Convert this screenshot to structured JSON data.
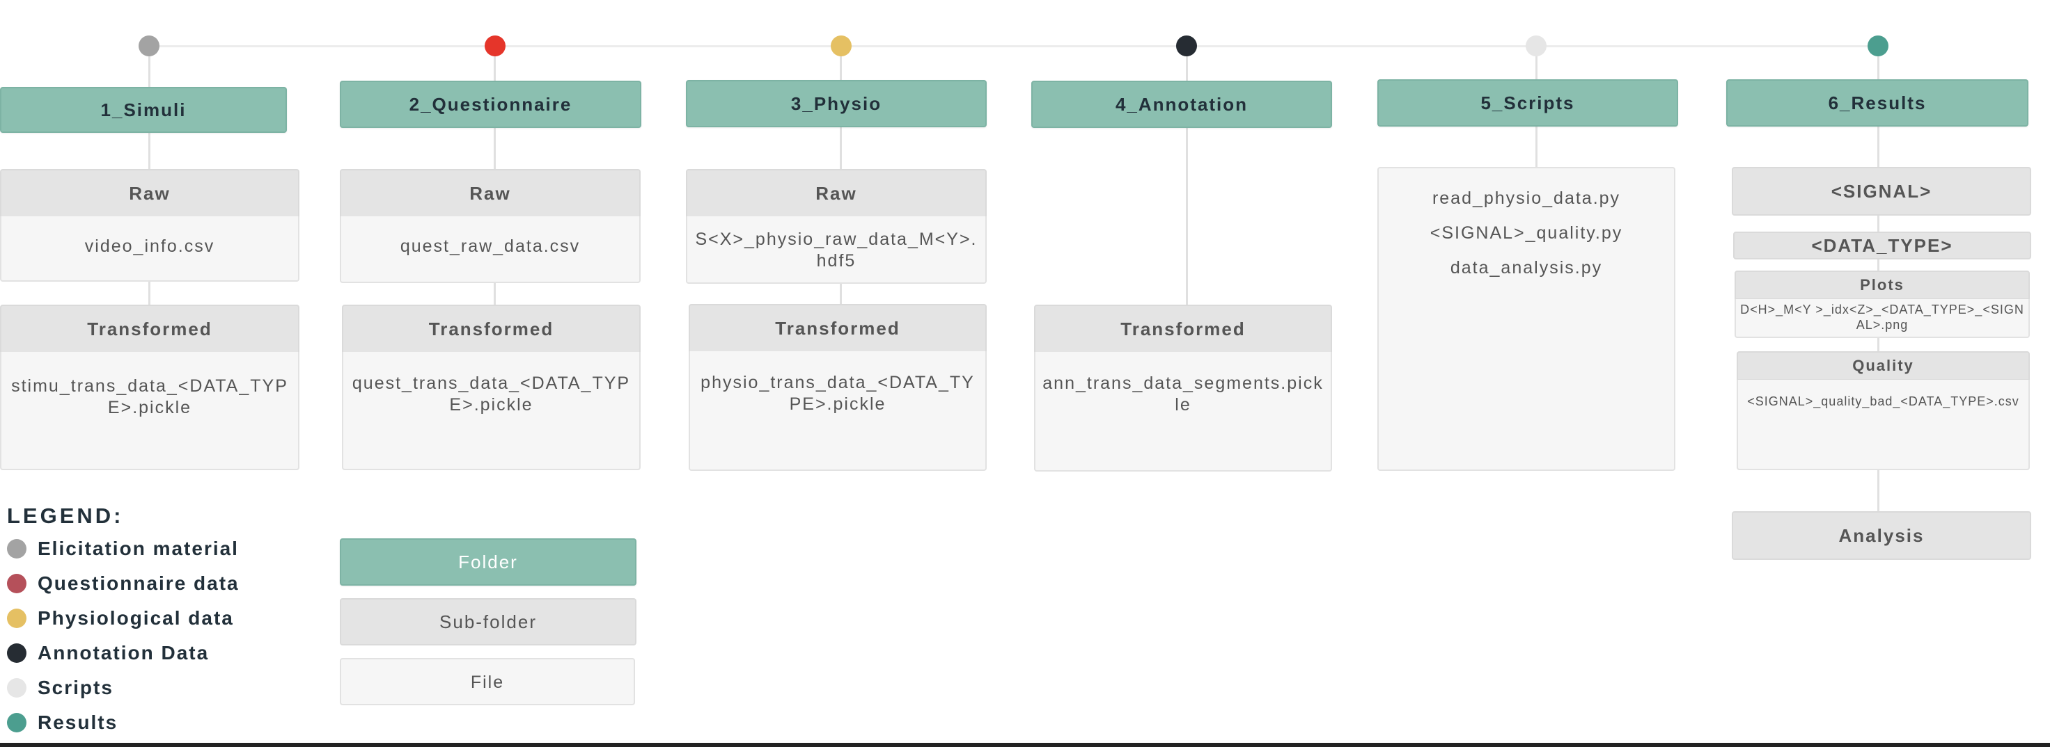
{
  "colors": {
    "stimuli": "#a3a3a3",
    "questionnaire": "#e5352a",
    "physio": "#e5c063",
    "annotation": "#262c33",
    "scripts": "#e6e6e6",
    "results": "#4c9e8f",
    "folder": "#8bbfb0",
    "subfolder": "#e4e4e4",
    "file": "#f6f6f6"
  },
  "columns": [
    {
      "folder": "1_Simuli",
      "raw_label": "Raw",
      "raw_file": "video_info.csv",
      "trans_label": "Transformed",
      "trans_file": "stimu_trans_data_<DATA_TYPE>.pickle"
    },
    {
      "folder": "2_Questionnaire",
      "raw_label": "Raw",
      "raw_file": "quest_raw_data.csv",
      "trans_label": "Transformed",
      "trans_file": "quest_trans_data_<DATA_TYPE>.pickle"
    },
    {
      "folder": "3_Physio",
      "raw_label": "Raw",
      "raw_file": "S<X>_physio_raw_data_M<Y>.hdf5",
      "trans_label": "Transformed",
      "trans_file": "physio_trans_data_<DATA_TYPE>.pickle"
    },
    {
      "folder": "4_Annotation",
      "trans_label": "Transformed",
      "trans_file": "ann_trans_data_segments.pickle"
    },
    {
      "folder": "5_Scripts",
      "scripts": [
        "read_physio_data.py",
        "<SIGNAL>_quality.py",
        "data_analysis.py"
      ]
    },
    {
      "folder": "6_Results",
      "signal": "<SIGNAL>",
      "data_type": "<DATA_TYPE>",
      "plots_label": "Plots",
      "plots_file": "D<H>_M<Y >_idx<Z>_<DATA_TYPE>_<SIGNAL>.png",
      "quality_label": "Quality",
      "quality_file": "<SIGNAL>_quality_bad_<DATA_TYPE>.csv",
      "analysis": "Analysis"
    }
  ],
  "legend": {
    "title": "LEGEND:",
    "items": [
      {
        "label": "Elicitation material",
        "color": "#a3a3a3"
      },
      {
        "label": "Questionnaire data",
        "color": "#b5505a"
      },
      {
        "label": "Physiological data",
        "color": "#e5c063"
      },
      {
        "label": "Annotation Data",
        "color": "#262c33"
      },
      {
        "label": "Scripts",
        "color": "#e6e6e6"
      },
      {
        "label": "Results",
        "color": "#4c9e8f"
      }
    ],
    "box_folder": "Folder",
    "box_subfolder": "Sub-folder",
    "box_file": "File"
  }
}
